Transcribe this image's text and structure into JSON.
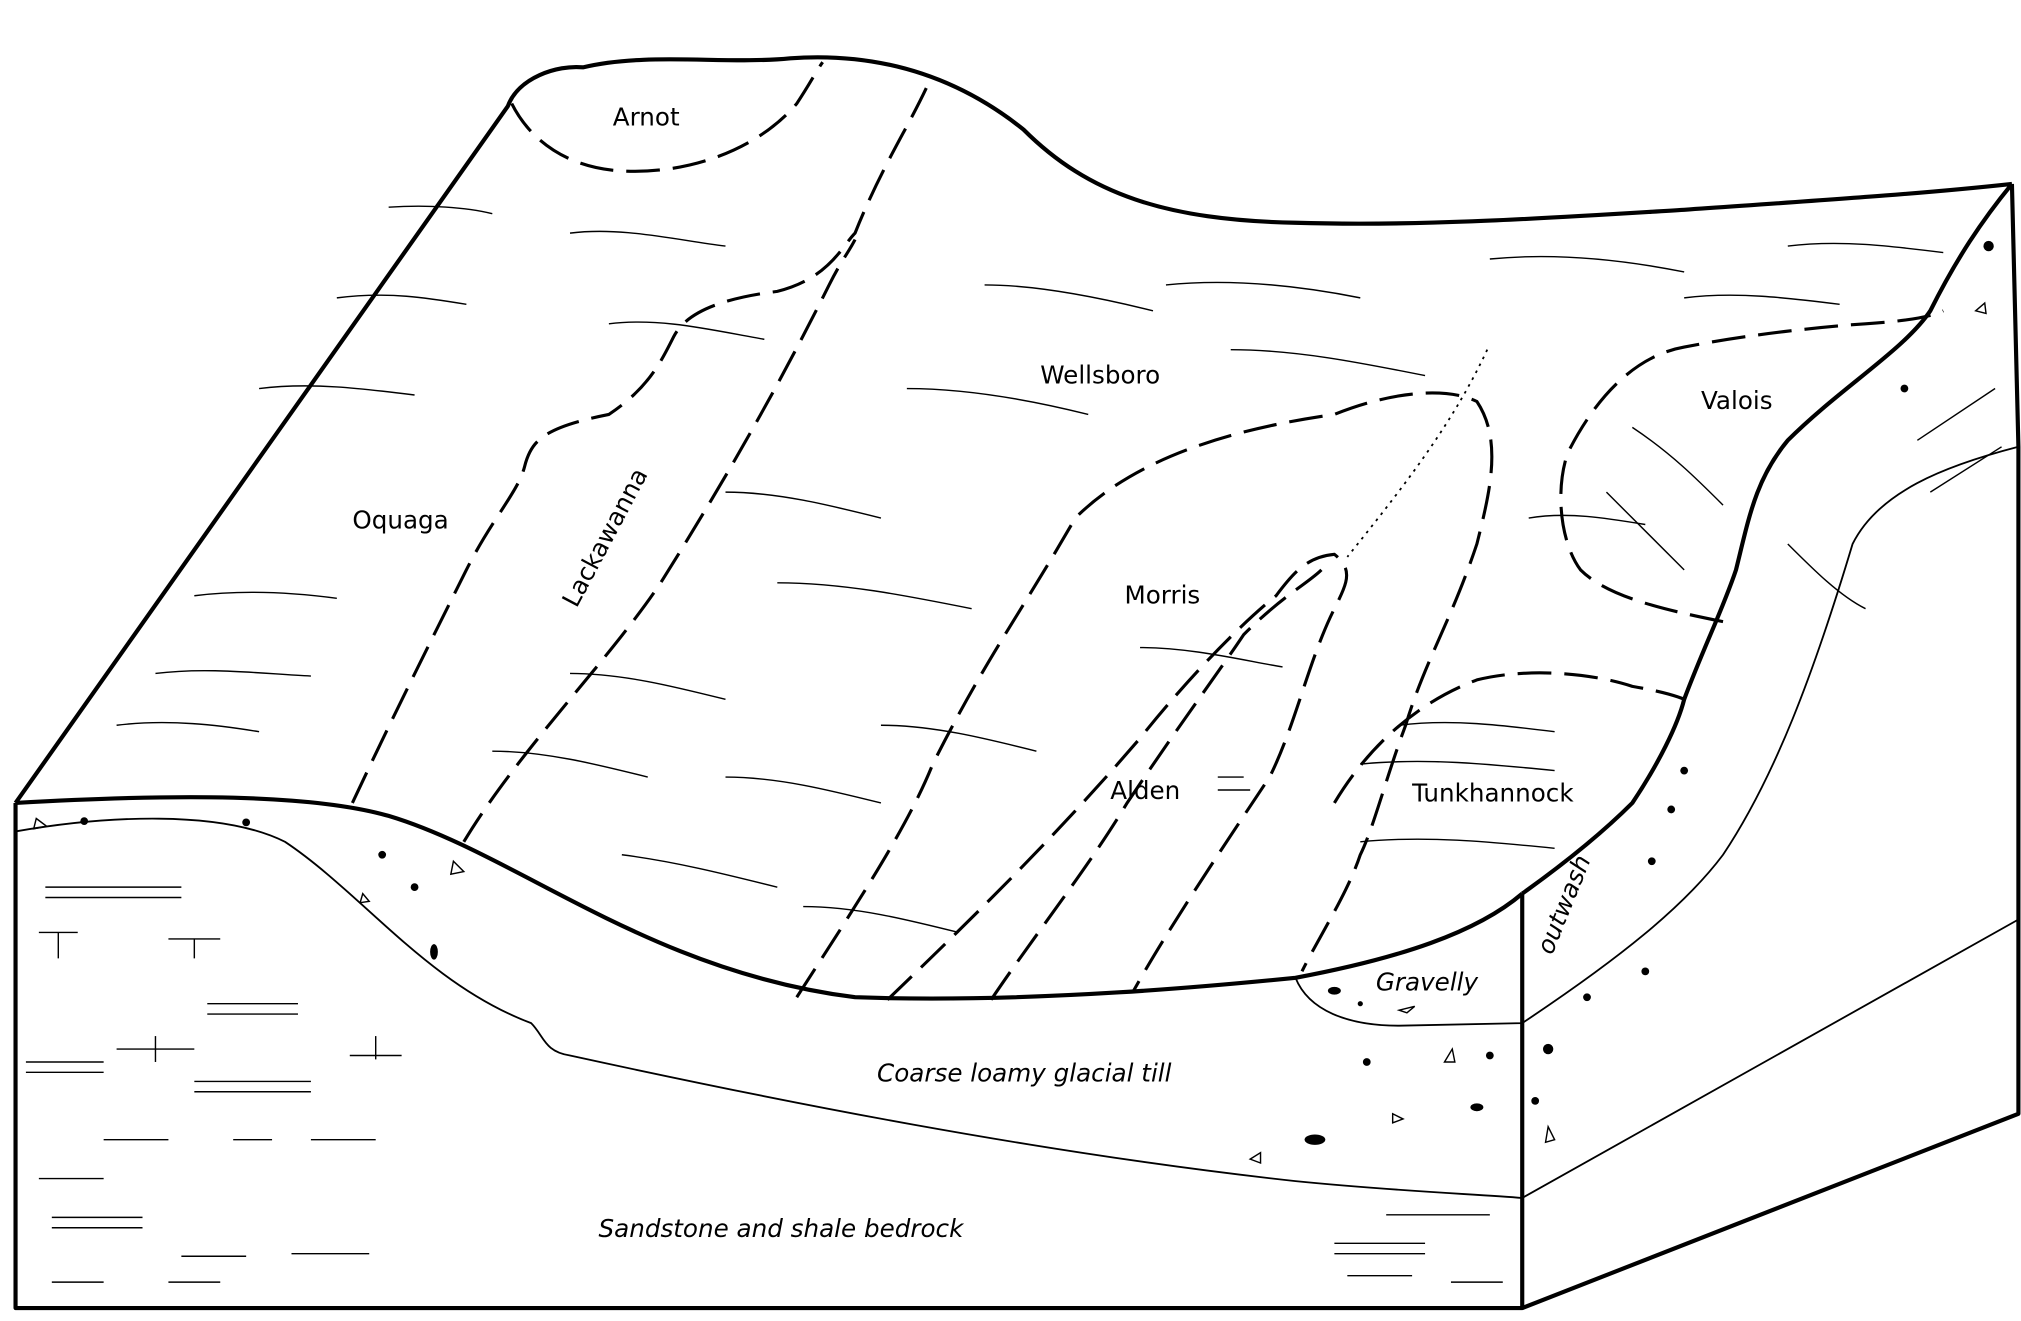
{
  "diagram": {
    "soil_labels": {
      "arnot": "Arnot",
      "wellsboro": "Wellsboro",
      "oquaga": "Oquaga",
      "lackawanna": "Lackawanna",
      "morris": "Morris",
      "valois": "Valois",
      "alden": "Alden",
      "tunkhannock": "Tunkhannock"
    },
    "material_labels": {
      "gravelly": "Gravelly",
      "outwash": "outwash",
      "till": "Coarse loamy glacial till",
      "bedrock": "Sandstone and shale bedrock"
    }
  }
}
